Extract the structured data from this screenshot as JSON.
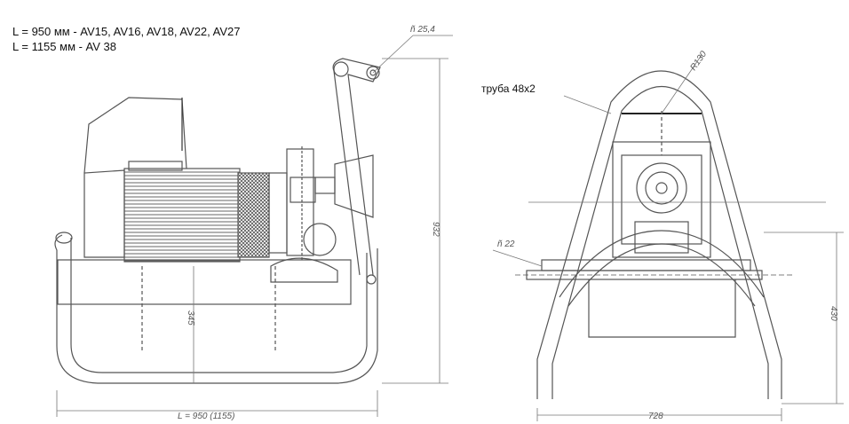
{
  "notes": {
    "line1": "L = 950 мм - AV15, AV16, AV18, AV22, AV27",
    "line2": "L = 1155 мм - AV 38"
  },
  "left_view": {
    "dim_top_hole": "ñ 25,4",
    "dim_height": "932",
    "dim_frame": "345",
    "dim_length": "L = 950 (1155)"
  },
  "right_view": {
    "label_tube": "труба 48х2",
    "dim_radius": "R130",
    "dim_hole": "ñ 22",
    "dim_height": "430",
    "dim_width": "728"
  }
}
